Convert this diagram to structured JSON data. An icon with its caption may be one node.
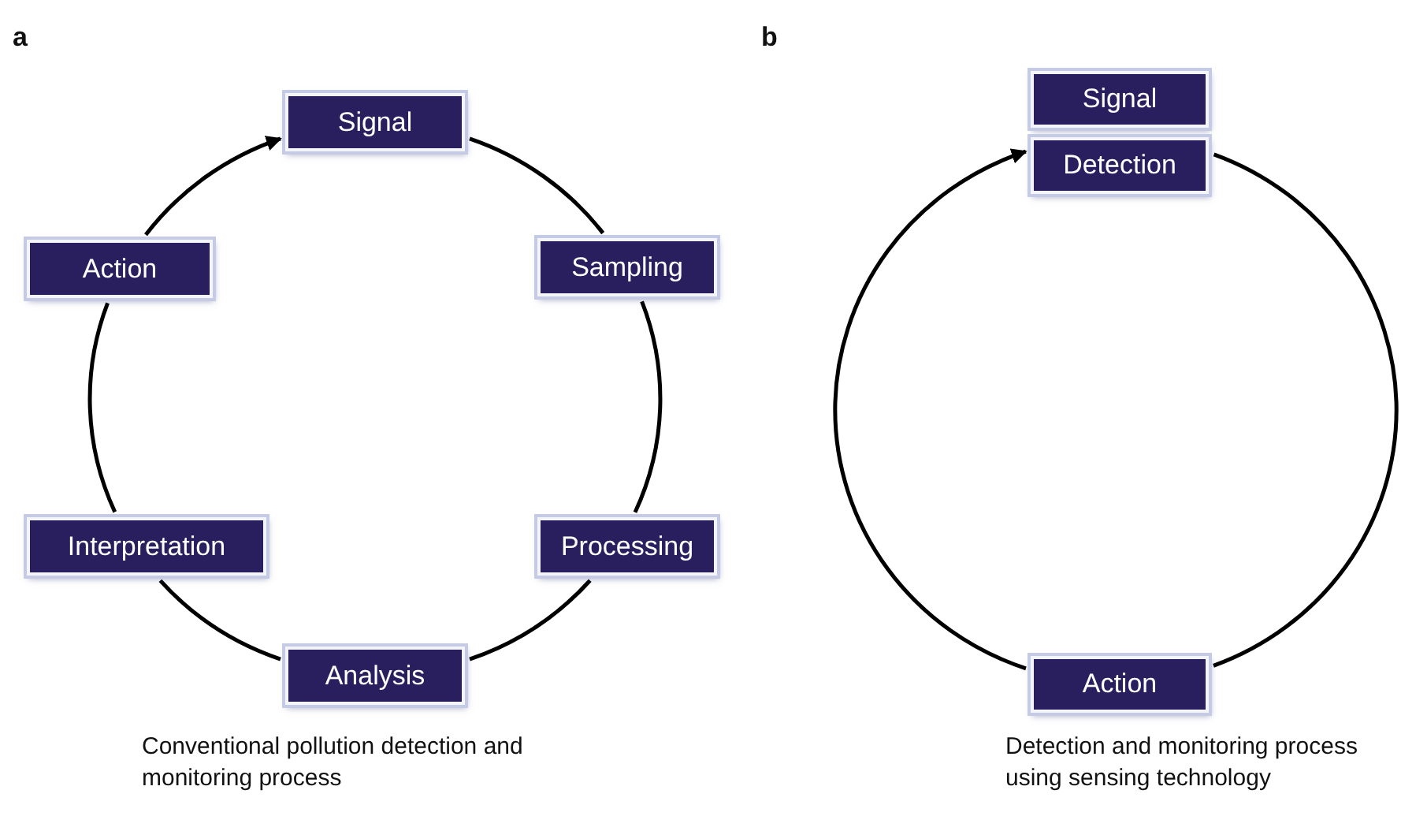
{
  "diagram": {
    "nodes": [
      {
        "text": [
          "Signal"
        ]
      },
      {
        "text": [
          "Sampling"
        ]
      },
      {
        "text": [
          "Processing"
        ]
      },
      {
        "text": [
          "Analysis"
        ]
      },
      {
        "text": [
          "Interpretation"
        ]
      },
      {
        "text": [
          "Action"
        ]
      },
      {
        "text": [
          "Signal"
        ]
      },
      {
        "text": [
          "Detection"
        ]
      },
      {
        "text": [
          "Action"
        ]
      }
    ],
    "edges": [
      {
        "from": 0,
        "to": 1,
        "arrow": "none"
      },
      {
        "from": 1,
        "to": 2,
        "arrow": "none"
      },
      {
        "from": 2,
        "to": 3,
        "arrow": "none"
      },
      {
        "from": 3,
        "to": 4,
        "arrow": "none"
      },
      {
        "from": 4,
        "to": 5,
        "arrow": "none"
      },
      {
        "from": 5,
        "to": 0,
        "arrow": "to"
      },
      {
        "from": 7,
        "to": 8,
        "arrow": "none"
      },
      {
        "from": 8,
        "to": 7,
        "arrow": "to"
      }
    ],
    "labels": [
      "a",
      "b",
      "Conventional pollution detection and monitoring process",
      "Detection and monitoring process using sensing technology"
    ]
  }
}
